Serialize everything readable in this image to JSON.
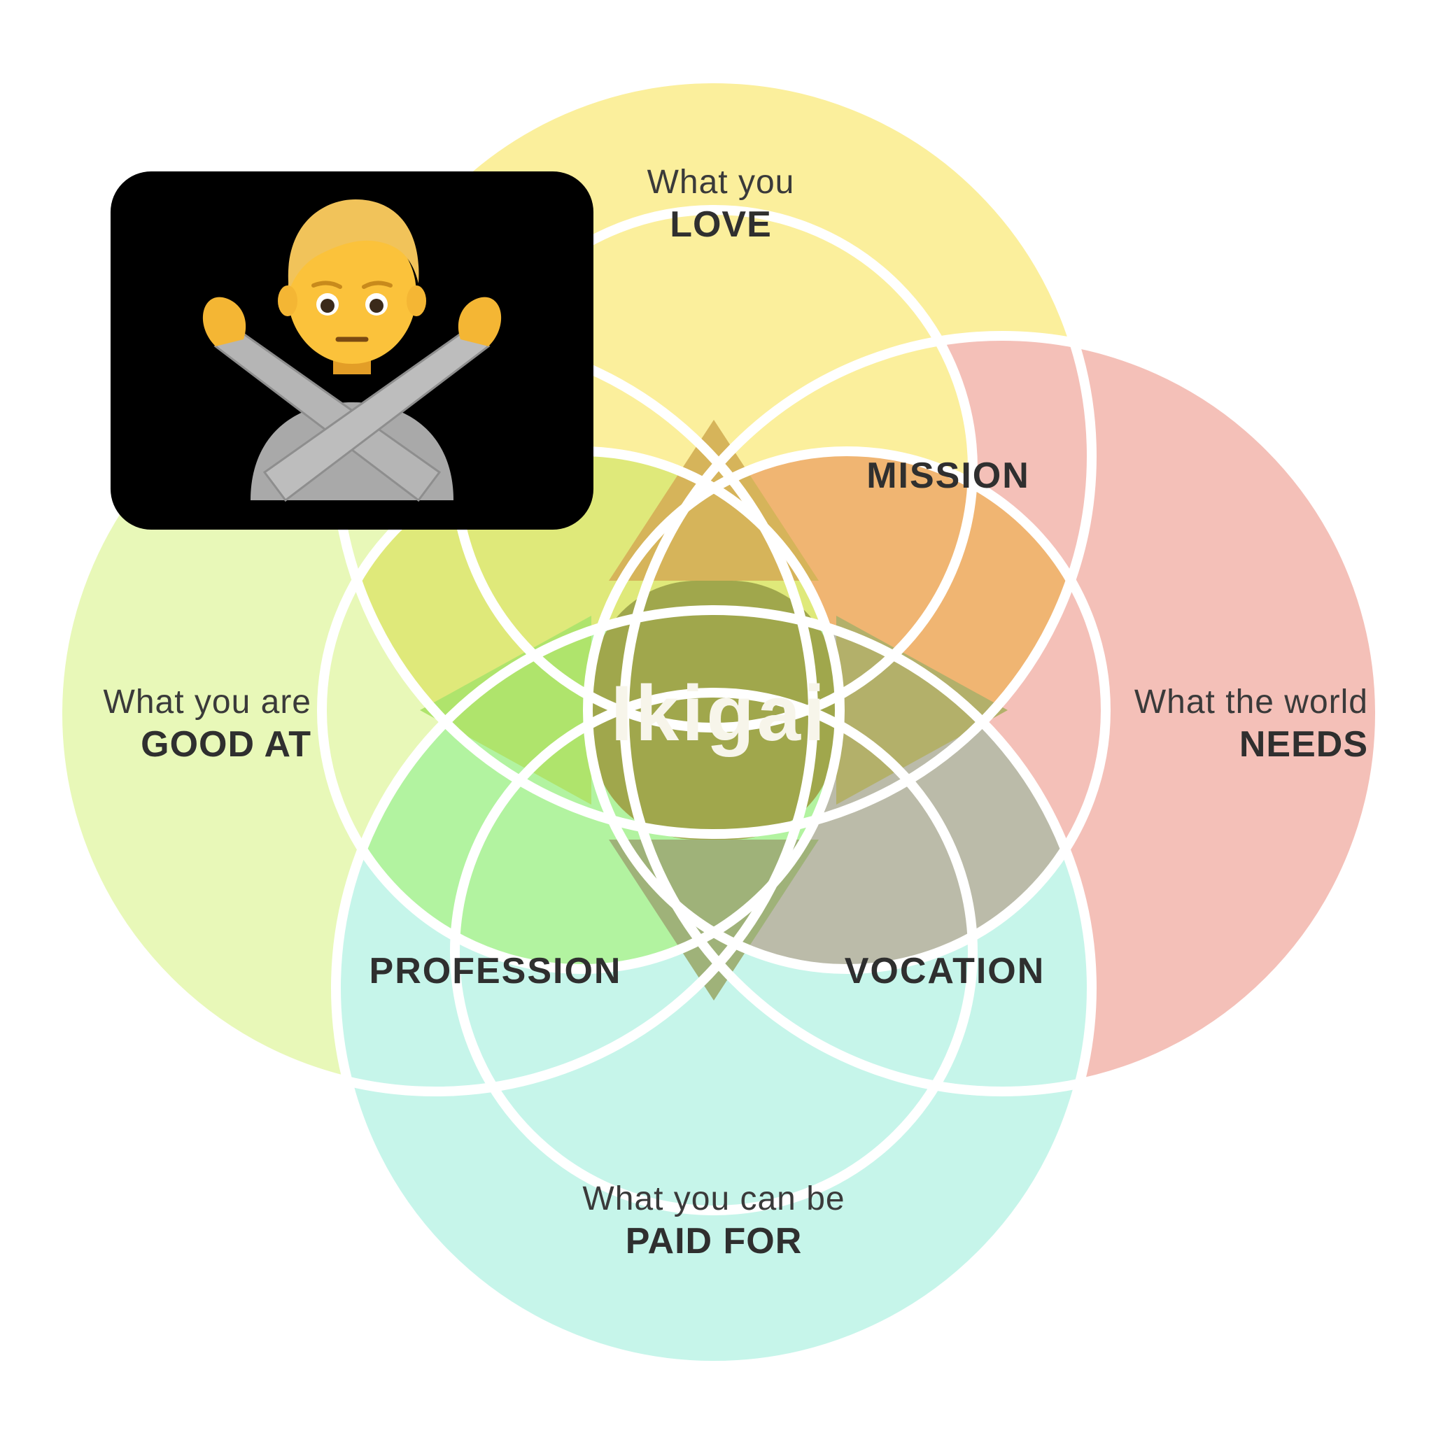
{
  "diagram": {
    "center_label": "Ikigai",
    "circles": [
      {
        "id": "love",
        "line1": "What you",
        "line2": "LOVE",
        "color": "#fbef9c"
      },
      {
        "id": "good_at",
        "line1": "What you are",
        "line2": "GOOD AT",
        "color": "#e8f8b8"
      },
      {
        "id": "needs",
        "line1": "What the world",
        "line2": "NEEDS",
        "color": "#f4c0b8"
      },
      {
        "id": "paid_for",
        "line1": "What you can be",
        "line2": "PAID FOR",
        "color": "#c6f5ea"
      }
    ],
    "overlaps": {
      "mission": "MISSION",
      "profession": "PROFESSION",
      "vocation": "VOCATION"
    },
    "colors": {
      "mission": "#f0b572",
      "love_good": "#dfe97a",
      "needs_paid": "#bbbba9",
      "good_paid": "#b2f3a0",
      "triple_top": "#d6b45a",
      "triple_left": "#afe46c",
      "triple_right": "#b3b06a",
      "triple_bottom": "#9fb279",
      "center": "#a0a74c",
      "stroke": "#ffffff"
    }
  },
  "overlay": {
    "icon": "person-gesturing-no-icon",
    "background": "#000000"
  }
}
